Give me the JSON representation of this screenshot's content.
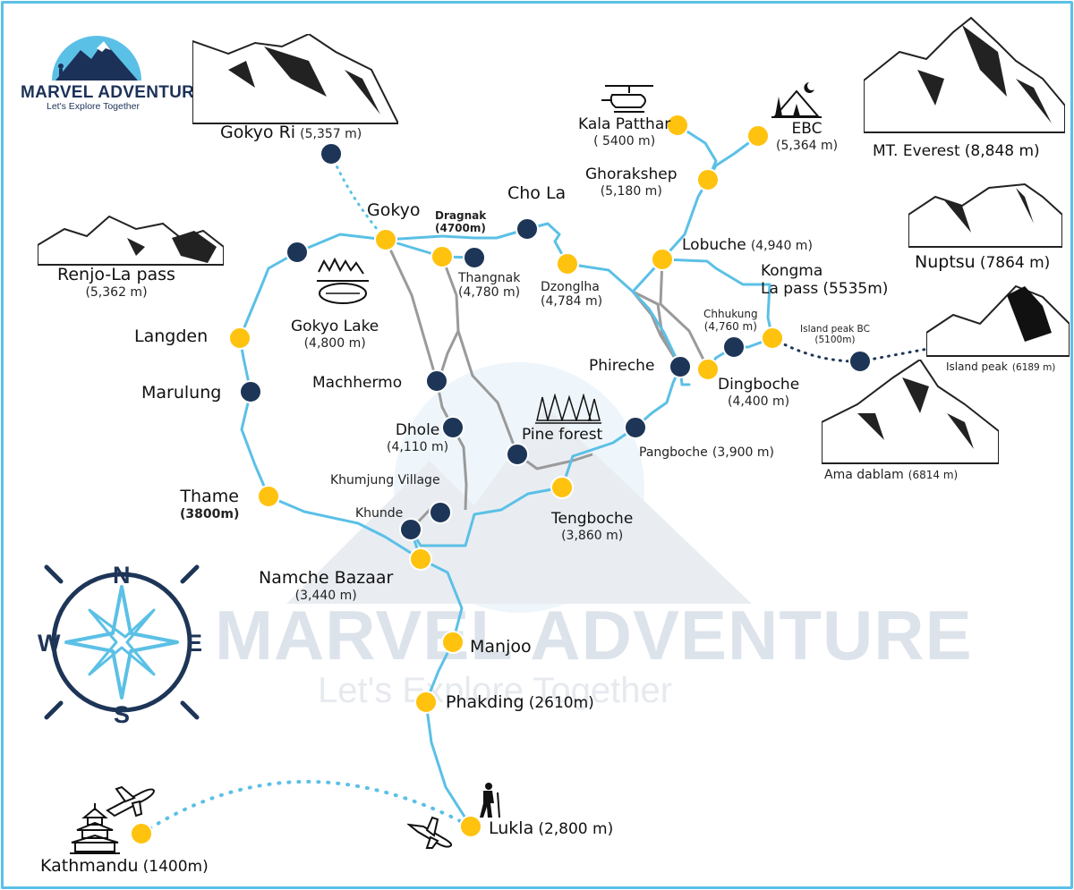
{
  "brand": {
    "name": "MARVEL ADVENTURE",
    "tagline": "Let's Explore Together",
    "watermark_name": "MARVEL ADVENTURE",
    "watermark_tagline": "Let's Explore Together"
  },
  "colors": {
    "trail": "#5bc0e6",
    "alt_trail": "#9a9a9a",
    "major_stop": "#ffc20e",
    "minor_stop": "#1d3557",
    "frame": "#5bc0e6"
  },
  "compass": {
    "n": "N",
    "s": "S",
    "e": "E",
    "w": "W"
  },
  "places": {
    "gokyo_ri": {
      "name": "Gokyo Ri",
      "alt": "(5,357 m)"
    },
    "gokyo": {
      "name": "Gokyo"
    },
    "dragnak": {
      "name": "Dragnak",
      "alt": "(4700m)"
    },
    "cho_la": {
      "name": "Cho La"
    },
    "thangnak": {
      "name": "Thangnak",
      "alt": "(4,780 m)"
    },
    "dzonglha": {
      "name": "Dzonglha",
      "alt": "(4,784 m)"
    },
    "kala_patthar": {
      "name": "Kala Patthar",
      "alt": "( 5400 m)"
    },
    "ebc": {
      "name": "EBC",
      "alt": "(5,364 m)"
    },
    "ghorakshep": {
      "name": "Ghorakshep",
      "alt": "(5,180 m)"
    },
    "everest": {
      "name": "MT. Everest",
      "alt": "(8,848 m)"
    },
    "lobuche": {
      "name": "Lobuche",
      "alt": "(4,940 m)"
    },
    "kongma": {
      "name_line1": "Kongma",
      "name_line2": "La pass",
      "alt": "(5535m)"
    },
    "nuptsu": {
      "name": "Nuptsu",
      "alt": "(7864 m)"
    },
    "renjo": {
      "name": "Renjo-La pass",
      "alt": "(5,362 m)"
    },
    "gokyo_lake": {
      "name": "Gokyo Lake",
      "alt": "(4,800 m)"
    },
    "langden": {
      "name": "Langden"
    },
    "marulung": {
      "name": "Marulung"
    },
    "machhermo": {
      "name": "Machhermo"
    },
    "chhukung": {
      "name": "Chhukung",
      "alt": "(4,760 m)"
    },
    "island_bc": {
      "name": "Island peak BC",
      "alt": "(5100m)"
    },
    "island_peak": {
      "name": "Island peak",
      "alt": "(6189 m)"
    },
    "phireche": {
      "name": "Phireche"
    },
    "dingboche": {
      "name": "Dingboche",
      "alt": "(4,400 m)"
    },
    "dhole": {
      "name": "Dhole",
      "alt": "(4,110 m)"
    },
    "pine_forest": {
      "name": "Pine forest"
    },
    "pangboche": {
      "name": "Pangboche",
      "alt": "(3,900 m)"
    },
    "ama_dablam": {
      "name": "Ama dablam",
      "alt": "(6814 m)"
    },
    "thame": {
      "name": "Thame",
      "alt": "(3800m)"
    },
    "khumjung": {
      "name": "Khumjung Village"
    },
    "khunde": {
      "name": "Khunde"
    },
    "tengboche": {
      "name": "Tengboche",
      "alt": "(3,860 m)"
    },
    "namche": {
      "name": "Namche Bazaar",
      "alt": "(3,440 m)"
    },
    "manjoo": {
      "name": "Manjoo"
    },
    "phakding": {
      "name": "Phakding",
      "alt": "(2610m)"
    },
    "lukla": {
      "name": "Lukla",
      "alt": "(2,800 m)"
    },
    "kathmandu": {
      "name": "Kathmandu",
      "alt": "(1400m)"
    }
  },
  "icons": [
    "helicopter-icon",
    "camp-tent-icon",
    "lake-icon",
    "pine-trees-icon",
    "trekker-icon",
    "airplane-icon",
    "temple-icon",
    "mountain-icon",
    "compass-rose-icon"
  ]
}
